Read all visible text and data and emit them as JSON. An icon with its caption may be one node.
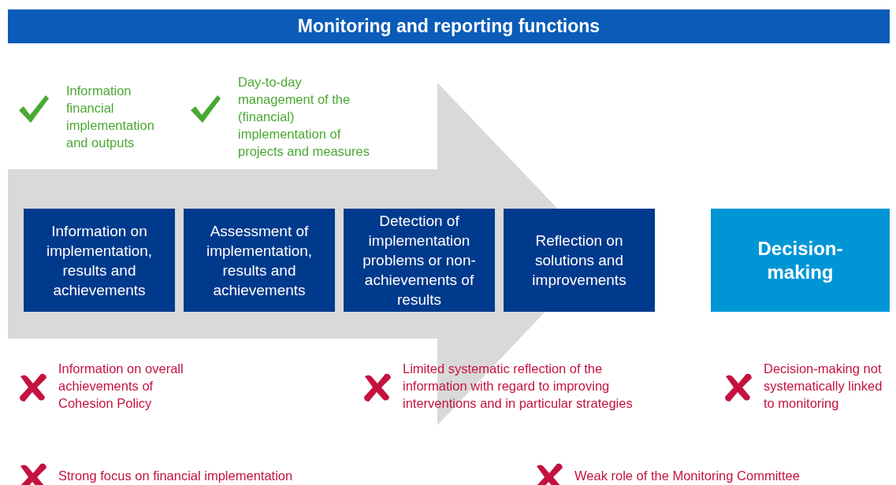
{
  "diagram": {
    "title": "Monitoring and reporting functions",
    "nodes": [
      {
        "text": [
          "Information on implementation, results and achievements"
        ]
      },
      {
        "text": [
          "Assessment of implementation, results and achievements"
        ]
      },
      {
        "text": [
          "Detection of implementation problems or non-achievements of results"
        ]
      },
      {
        "text": [
          "Reflection on solutions and improvements"
        ]
      },
      {
        "text": [
          "Decision-making"
        ]
      }
    ],
    "edges": [
      {
        "from": 0,
        "to": 3,
        "arrow": "to"
      }
    ],
    "labels": [
      "Information financial implementation and outputs",
      "Day-to-day management of the (financial) implementation of projects and measures",
      "Information on overall achievements of Cohesion Policy",
      "Limited systematic reflection of the information with regard to improving interventions and in particular strategies",
      "Decision-making not systematically linked to monitoring",
      "Strong focus on financial implementation",
      "Weak role of the Monitoring Committee"
    ]
  }
}
